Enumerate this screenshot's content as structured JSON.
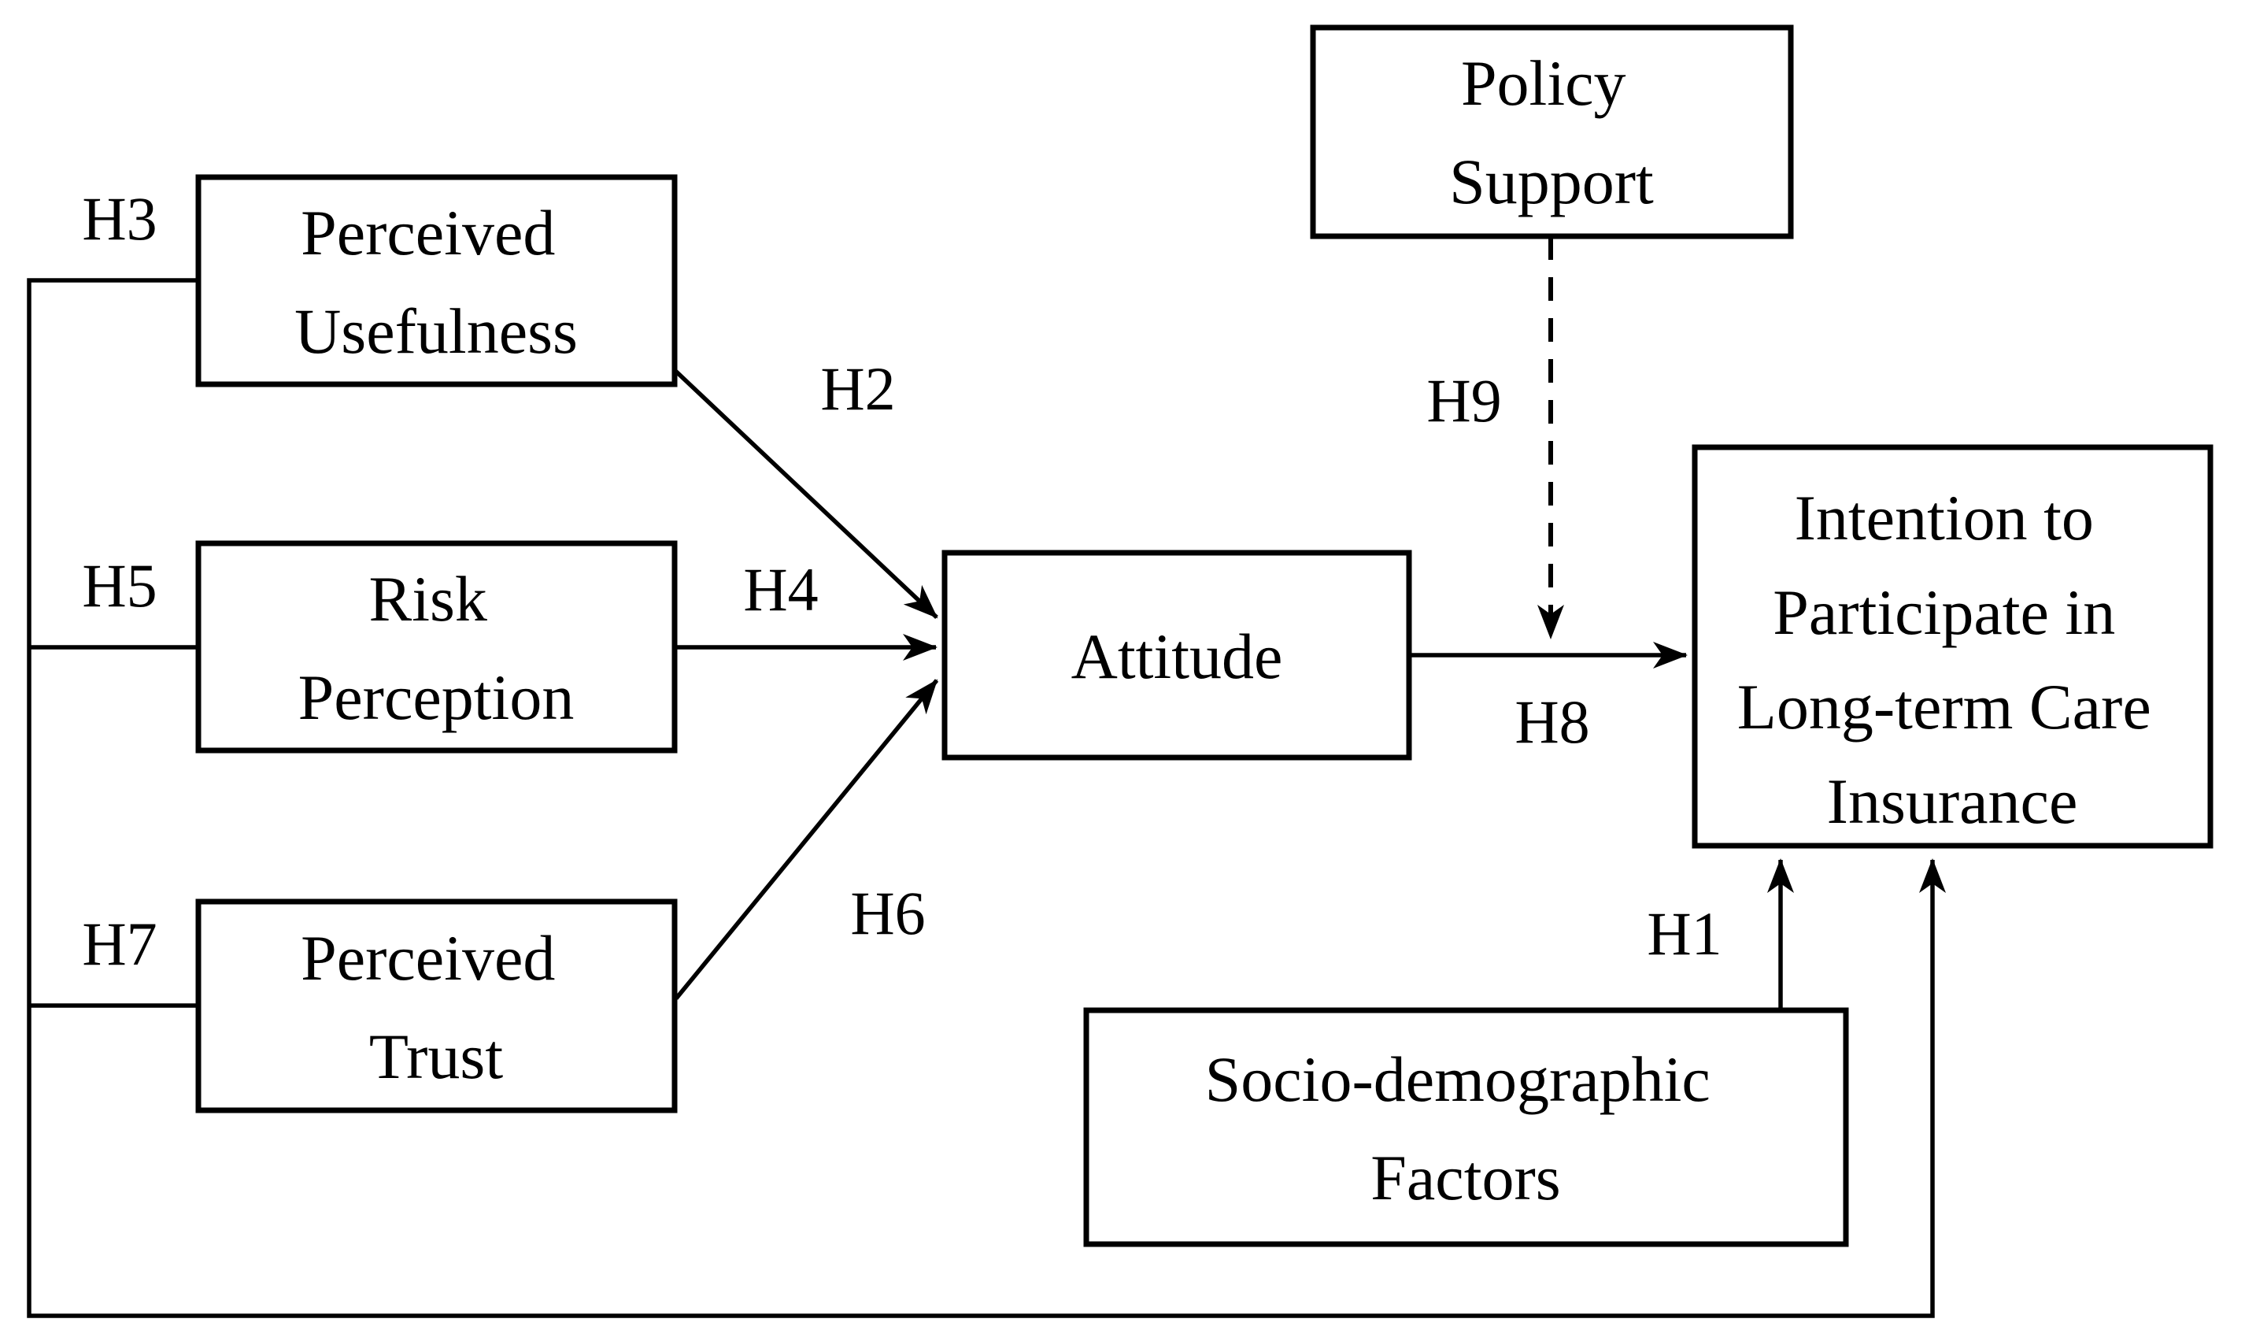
{
  "figure": {
    "background": "#ffffff",
    "ink": "#000000"
  },
  "nodes": {
    "perceived_usefulness": {
      "lines": [
        "Perceived",
        "Usefulness"
      ]
    },
    "risk_perception": {
      "lines": [
        "Risk",
        "Perception"
      ]
    },
    "perceived_trust": {
      "lines": [
        "Perceived",
        "Trust"
      ]
    },
    "attitude": {
      "lines": [
        "Attitude"
      ]
    },
    "policy_support": {
      "lines": [
        "Policy",
        "Support"
      ]
    },
    "intention": {
      "lines": [
        "Intention to",
        "Participate in",
        "Long-term Care",
        "Insurance"
      ]
    },
    "socio_demographic_factors": {
      "lines": [
        "Socio-demographic",
        "Factors"
      ]
    }
  },
  "hypothesis_labels": {
    "h1": "H1",
    "h2": "H2",
    "h3": "H3",
    "h4": "H4",
    "h5": "H5",
    "h6": "H6",
    "h7": "H7",
    "h8": "H8",
    "h9": "H9"
  }
}
